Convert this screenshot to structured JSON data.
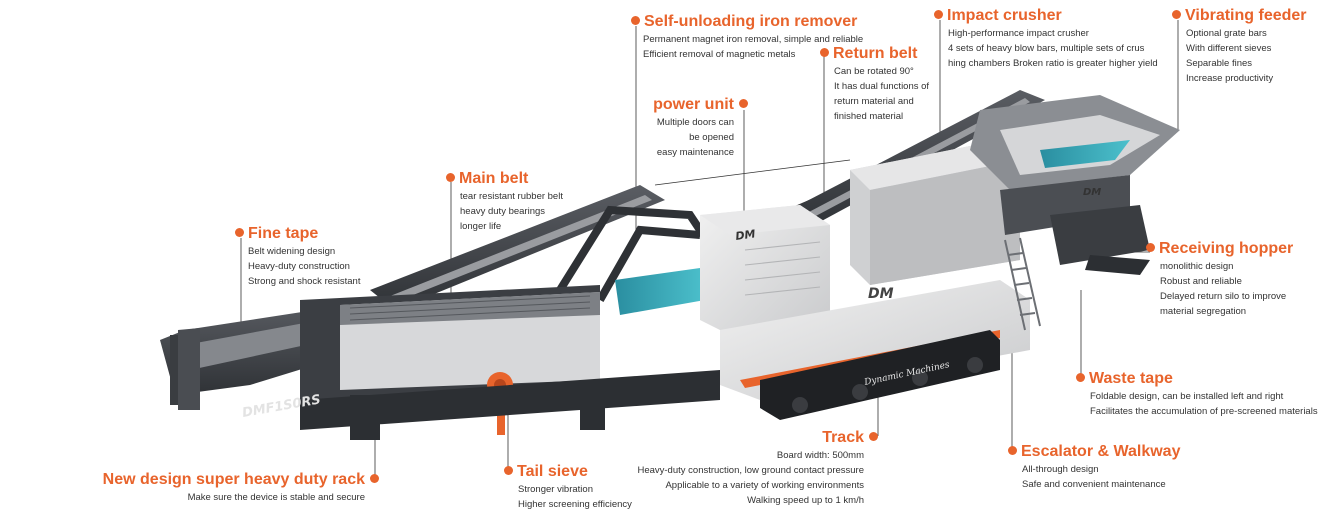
{
  "accent_color": "#e8642c",
  "machine": {
    "model_plate": "DMF1S0RS",
    "logo_text": "DM",
    "side_script": "Dynamic Machines"
  },
  "callouts": {
    "iron_remover": {
      "title": "Self-unloading iron remover",
      "lines": [
        "Permanent magnet iron removal, simple and reliable",
        "Efficient removal of magnetic metals"
      ]
    },
    "return_belt": {
      "title": "Return belt",
      "lines": [
        "Can be rotated 90°",
        "It has dual functions of",
        "return material and",
        "finished material"
      ]
    },
    "power_unit": {
      "title": "power unit",
      "lines": [
        "Multiple doors can",
        "be opened",
        "easy maintenance"
      ]
    },
    "impact_crusher": {
      "title": "Impact crusher",
      "lines": [
        "High-performance impact crusher",
        "4 sets of heavy blow bars, multiple sets of crus",
        "hing chambers Broken ratio is greater higher yield"
      ]
    },
    "vibrating_feeder": {
      "title": "Vibrating feeder",
      "lines": [
        "Optional grate bars",
        "With different sieves",
        "Separable fines",
        "Increase productivity"
      ]
    },
    "main_belt": {
      "title": "Main belt",
      "lines": [
        "tear resistant rubber belt",
        "heavy duty bearings",
        "longer life"
      ]
    },
    "fine_tape": {
      "title": "Fine tape",
      "lines": [
        "Belt widening design",
        "Heavy-duty construction",
        "Strong and shock resistant"
      ]
    },
    "receiving_hopper": {
      "title": "Receiving hopper",
      "lines": [
        "monolithic design",
        "Robust and reliable",
        "Delayed return silo to improve",
        "material segregation"
      ]
    },
    "waste_tape": {
      "title": "Waste tape",
      "lines": [
        "Foldable design, can be installed left and right",
        "Facilitates the accumulation of pre-screened materials"
      ]
    },
    "track": {
      "title": "Track",
      "lines": [
        "Board width: 500mm",
        "Heavy-duty construction, low ground contact pressure",
        "Applicable to a variety of working environments",
        "Walking speed up to 1 km/h"
      ]
    },
    "escalator": {
      "title": "Escalator & Walkway",
      "lines": [
        "All-through design",
        "Safe and convenient maintenance"
      ]
    },
    "heavy_rack": {
      "title": "New design super heavy duty rack",
      "lines": [
        "Make sure the device is stable and secure"
      ]
    },
    "tail_sieve": {
      "title": "Tail sieve",
      "lines": [
        "Stronger vibration",
        "Higher screening efficiency"
      ]
    }
  }
}
